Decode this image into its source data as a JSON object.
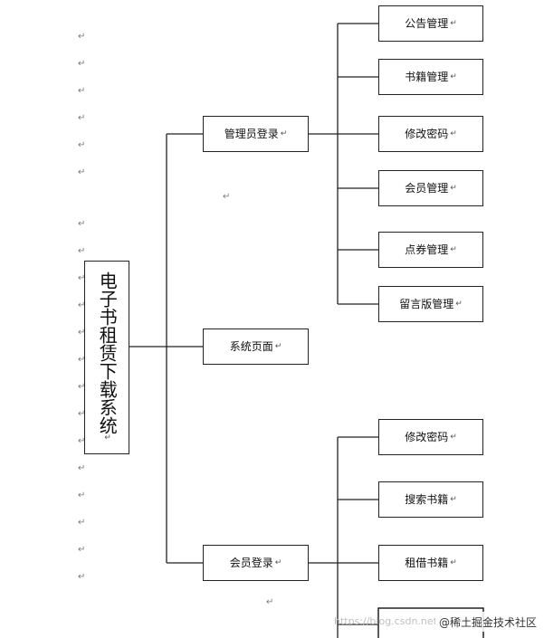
{
  "diagram": {
    "root": {
      "label": "电子书租赁下载系统",
      "mark": "↵"
    },
    "branches": [
      {
        "label": "管理员登录",
        "mark": "↵",
        "children": [
          {
            "label": "公告管理",
            "mark": "↵"
          },
          {
            "label": "书籍管理",
            "mark": "↵"
          },
          {
            "label": "修改密码",
            "mark": "↵"
          },
          {
            "label": "会员管理",
            "mark": "↵"
          },
          {
            "label": "点券管理",
            "mark": "↵"
          },
          {
            "label": "留言版管理",
            "mark": "↵"
          }
        ]
      },
      {
        "label": "系统页面",
        "mark": "↵",
        "children": []
      },
      {
        "label": "会员登录",
        "mark": "↵",
        "children": [
          {
            "label": "修改密码",
            "mark": "↵"
          },
          {
            "label": "搜索书籍",
            "mark": "↵"
          },
          {
            "label": "租借书籍",
            "mark": "↵"
          }
        ]
      }
    ],
    "paragraph_mark": "↵"
  },
  "watermark": {
    "url": "https://blog.csdn.net/...93928",
    "brand": "@稀土掘金技术社区"
  },
  "colors": {
    "line": "#222222",
    "mark": "#7a7a7a",
    "watermark": "#bfbfbf"
  }
}
